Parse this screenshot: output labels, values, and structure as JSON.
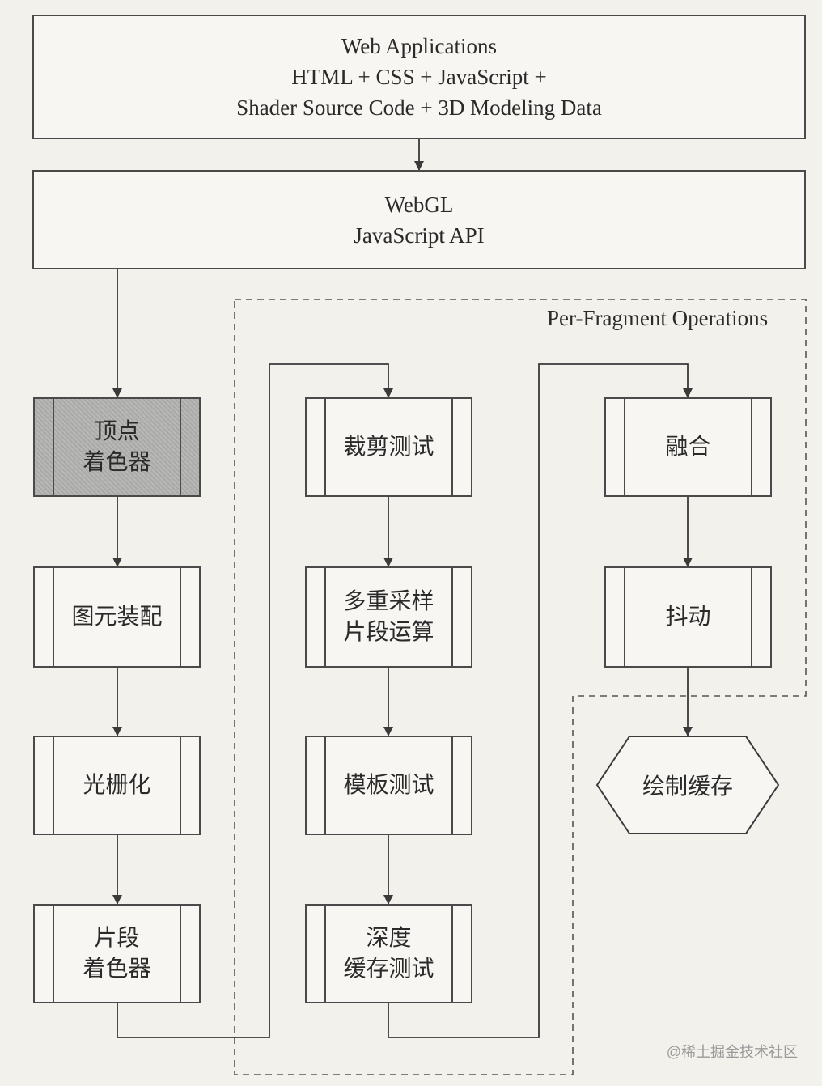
{
  "top_box": {
    "line1": "Web Applications",
    "line2": "HTML + CSS + JavaScript +",
    "line3": "Shader Source Code + 3D Modeling Data"
  },
  "webgl_box": {
    "line1": "WebGL",
    "line2": "JavaScript API"
  },
  "per_fragment_label": "Per-Fragment Operations",
  "col1": {
    "vertex_shader": [
      "顶点",
      "着色器"
    ],
    "primitive_assembly": "图元装配",
    "rasterization": "光栅化",
    "fragment_shader": [
      "片段",
      "着色器"
    ]
  },
  "col2": {
    "scissor_test": "裁剪测试",
    "multisample": [
      "多重采样",
      "片段运算"
    ],
    "stencil_test": "模板测试",
    "depth_test": [
      "深度",
      "缓存测试"
    ]
  },
  "col3": {
    "blending": "融合",
    "dithering": "抖动",
    "framebuffer": "绘制缓存"
  },
  "watermark": "@稀土掘金技术社区",
  "colors": {
    "border": "#4a4a4a",
    "background": "#f3f1ec",
    "shaded": "#ababa9"
  }
}
